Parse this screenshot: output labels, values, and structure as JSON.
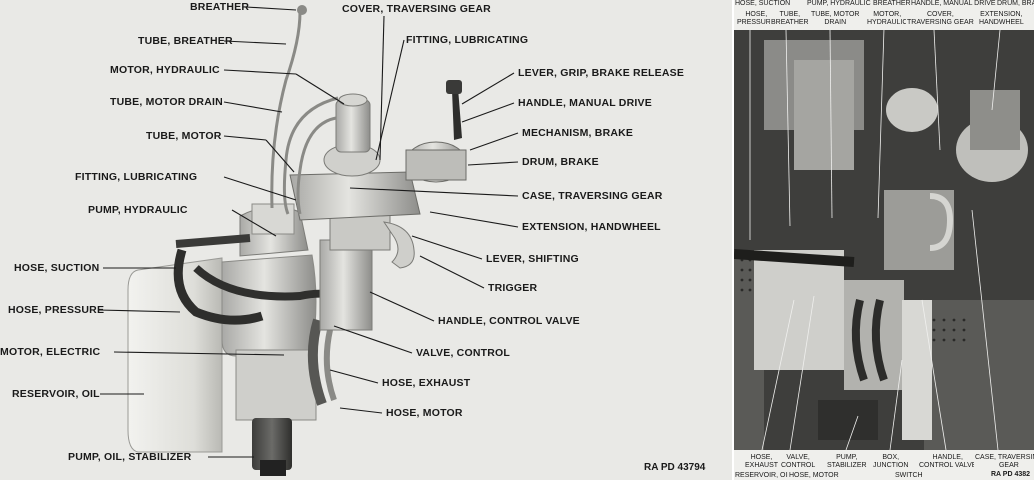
{
  "left_figure": {
    "labels": {
      "breather": "BREATHER",
      "tube_breather": "TUBE, BREATHER",
      "motor_hydraulic": "MOTOR, HYDRAULIC",
      "tube_motor_drain": "TUBE, MOTOR DRAIN",
      "tube_motor": "TUBE, MOTOR",
      "fitting_lubricating_left": "FITTING, LUBRICATING",
      "pump_hydraulic": "PUMP, HYDRAULIC",
      "hose_suction": "HOSE, SUCTION",
      "hose_pressure": "HOSE, PRESSURE",
      "motor_electric": "MOTOR, ELECTRIC",
      "reservoir_oil": "RESERVOIR, OIL",
      "pump_oil_stabilizer": "PUMP, OIL, STABILIZER",
      "cover_traversing_gear": "COVER, TRAVERSING GEAR",
      "fitting_lubricating_top": "FITTING, LUBRICATING",
      "lever_grip_brake_release": "LEVER, GRIP, BRAKE RELEASE",
      "handle_manual_drive": "HANDLE, MANUAL DRIVE",
      "mechanism_brake": "MECHANISM, BRAKE",
      "drum_brake": "DRUM, BRAKE",
      "case_traversing_gear": "CASE, TRAVERSING GEAR",
      "extension_handwheel": "EXTENSION, HANDWHEEL",
      "lever_shifting": "LEVER, SHIFTING",
      "trigger": "TRIGGER",
      "handle_control_valve": "HANDLE,  CONTROL VALVE",
      "valve_control": "VALVE, CONTROL",
      "hose_exhaust": "HOSE, EXHAUST",
      "hose_motor": "HOSE, MOTOR"
    },
    "reference": "RA  PD  43794"
  },
  "right_figure": {
    "top_labels": [
      "HOSE, SUCTION",
      "PUMP, HYDRAULIC",
      "BREATHER",
      "HANDLE, MANUAL DRIVE",
      "DRUM, BRAKE"
    ],
    "mid_labels": [
      {
        "l1": "HOSE,",
        "l2": "PRESSURE"
      },
      {
        "l1": "TUBE,",
        "l2": "BREATHER"
      },
      {
        "l1": "TUBE, MOTOR",
        "l2": "DRAIN"
      },
      {
        "l1": "MOTOR,",
        "l2": "HYDRAULIC"
      },
      {
        "l1": "COVER,",
        "l2": "TRAVERSING GEAR"
      },
      {
        "l1": "EXTENSION,",
        "l2": "HANDWHEEL"
      }
    ],
    "bottom_labels": [
      {
        "l1": "HOSE,",
        "l2": "EXHAUST"
      },
      {
        "l1": "VALVE,",
        "l2": "CONTROL"
      },
      {
        "l1": "PUMP,",
        "l2": "STABILIZER"
      },
      {
        "l1": "BOX,",
        "l2": "JUNCTION"
      },
      {
        "l1": "HANDLE,",
        "l2": "CONTROL VALVE"
      },
      {
        "l1": "CASE, TRAVERSING",
        "l2": "GEAR"
      }
    ],
    "base_labels": {
      "reservoir_oil": "RESERVOIR, OIL",
      "hose_motor": "HOSE, MOTOR",
      "switch": "SWITCH"
    },
    "reference": "RA  PD  4382"
  }
}
